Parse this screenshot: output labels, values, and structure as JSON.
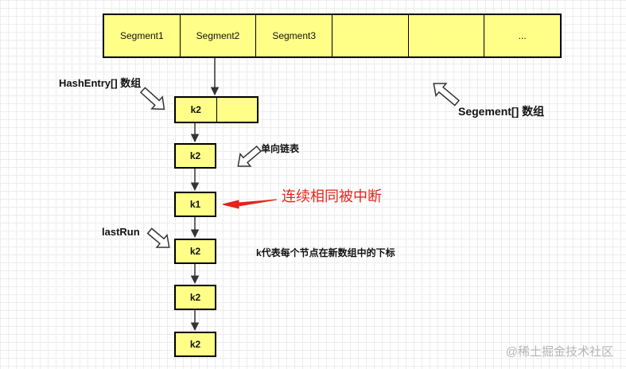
{
  "segments": [
    "Segment1",
    "Segment2",
    "Segment3",
    "",
    "",
    "..."
  ],
  "hash_entry": {
    "key": "k2",
    "second": ""
  },
  "chain": [
    "k2",
    "k1",
    "k2",
    "k2",
    "k2"
  ],
  "labels": {
    "hash_entry_array": "HashEntry[] 数组",
    "segment_array": "Segement[] 数组",
    "linked_list": "单向链表",
    "interrupted": "连续相同被中断",
    "last_run": "lastRun",
    "k_note": "k代表每个节点在新数组中的下标"
  },
  "watermark": "@稀土掘金技术社区",
  "colors": {
    "node_fill": "#ffff88",
    "highlight": "#e5231d"
  }
}
